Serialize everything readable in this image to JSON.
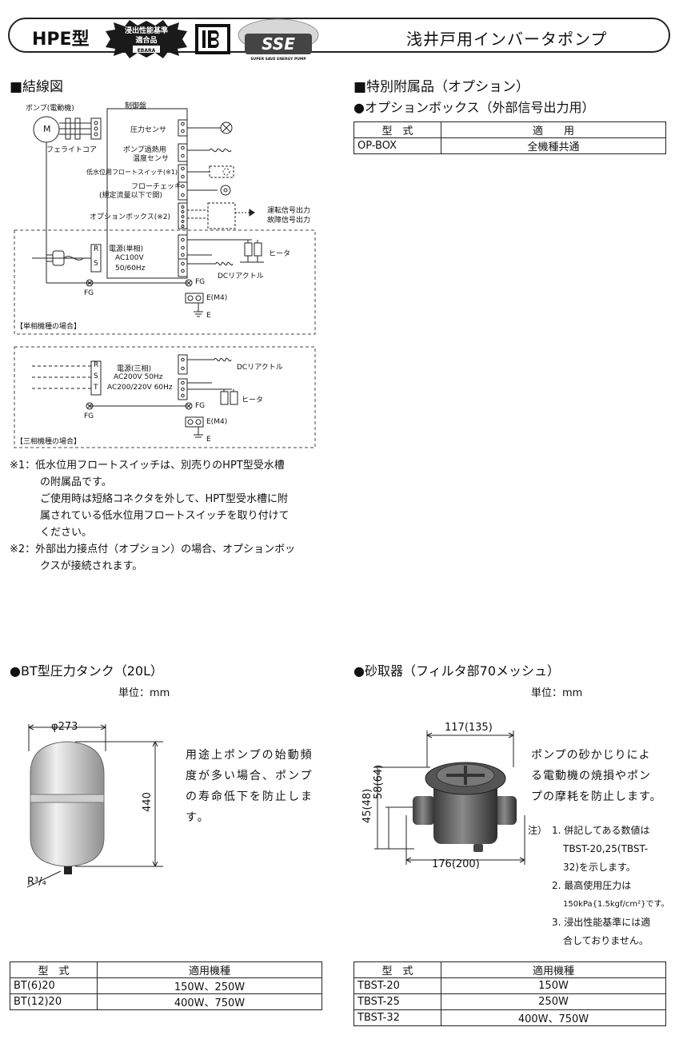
{
  "header": {
    "model": "HPE型",
    "badge1_line1": "浸出性能基準",
    "badge1_line2": "適合品",
    "badge1_brand": "EBARA",
    "badge3_mark": "SSE",
    "badge3_sub": "SUPER SAVE ENERGY PUMP",
    "product_title": "浅井戸用インバータポンプ"
  },
  "wiring": {
    "title": "■結線図",
    "pump_label": "ポンプ(電動機)",
    "panel_label": "制御盤",
    "motor_mark": "M",
    "ferrite": "フェライトコア",
    "pressure_sensor": "圧力センサ",
    "overheat_1": "ポンプ過熱用",
    "overheat_2": "温度センサ",
    "float_switch": "低水位用フロートスイッチ(※1)",
    "flow_check_1": "フローチェッキ",
    "flow_check_2": "(規定流量以下で開)",
    "option_box": "オプションボックス(※2)",
    "run_signal": "運転信号出力",
    "fault_signal": "故障信号出力",
    "single": {
      "r": "R",
      "s": "S",
      "power_1": "電源(単相)",
      "power_2": "AC100V",
      "power_3": "50/60Hz",
      "heater": "ヒータ",
      "dc_reactor": "DCリアクトル",
      "fg_left": "FG",
      "fg_right": "FG",
      "e_m4": "E(M4)",
      "e": "E",
      "caption": "【単相機種の場合】"
    },
    "three": {
      "r": "R",
      "s": "S",
      "t": "T",
      "power_1": "電源(三相)",
      "power_2": "AC200V 50Hz",
      "power_3": "AC200/220V 60Hz",
      "dc_reactor": "DCリアクトル",
      "heater": "ヒータ",
      "fg_left": "FG",
      "fg_right": "FG",
      "e_m4": "E(M4)",
      "e": "E",
      "caption": "【三相機種の場合】"
    },
    "notes": [
      "※1：低水位用フロートスイッチは、別売りのHPT型受水槽",
      "の附属品です。",
      "ご使用時は短絡コネクタを外して、HPT型受水槽に附",
      "属されている低水位用フロートスイッチを取り付けて",
      "ください。",
      "※2：外部出力接点付（オプション）の場合、オプションボッ",
      "クスが接続されます。"
    ]
  },
  "options": {
    "title": "■特別附属品（オプション）",
    "subtitle": "●オプションボックス（外部信号出力用）",
    "table_headers": [
      "型　式",
      "適　　用"
    ],
    "table_rows": [
      [
        "OP-BOX",
        "全機種共通"
      ]
    ]
  },
  "tank": {
    "title": "●BT型圧力タンク（20L）",
    "unit": "単位：mm",
    "dim_diameter": "φ273",
    "dim_height": "440",
    "dim_thread": "R³/₄",
    "desc": [
      "用途上ポンプの始動頻",
      "度が多い場合、ポンプ",
      "の寿命低下を防止しま",
      "す。"
    ],
    "table_headers": [
      "型　式",
      "適用機種"
    ],
    "table_rows": [
      [
        "BT(6)20",
        "150W、250W"
      ],
      [
        "BT(12)20",
        "400W、750W"
      ]
    ]
  },
  "strainer": {
    "title": "●砂取器（フィルタ部70メッシュ）",
    "unit": "単位：mm",
    "dim_top": "117(135)",
    "dim_bottom": "176(200)",
    "dim_left_1": "45(48)",
    "dim_left_2": "58(64)",
    "desc": [
      "ポンプの砂かじりによ",
      "る電動機の焼損やポン",
      "プの摩耗を防止します。"
    ],
    "note_head": "注）",
    "notes": [
      "1. 併記してある数値は",
      "TBST-20,25(TBST-",
      "32)を示します。",
      "2. 最高使用圧力は",
      "150kPa{1.5kgf/cm²}です。",
      "3. 浸出性能基準には適",
      "合しておりません。"
    ],
    "table_headers": [
      "型　式",
      "適用機種"
    ],
    "table_rows": [
      [
        "TBST-20",
        "150W"
      ],
      [
        "TBST-25",
        "250W"
      ],
      [
        "TBST-32",
        "400W、750W"
      ]
    ]
  }
}
